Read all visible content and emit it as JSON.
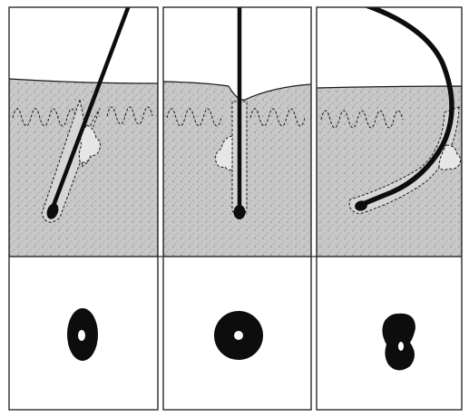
{
  "figure": {
    "panels": [
      {
        "id": "hair-oblique",
        "hair_shape": "straight-oblique",
        "cross_section": "oval"
      },
      {
        "id": "hair-vertical",
        "hair_shape": "straight-vertical",
        "cross_section": "round"
      },
      {
        "id": "hair-curved",
        "hair_shape": "curved",
        "cross_section": "irregular-kidney"
      }
    ],
    "colors": {
      "skin_fill": "#c9c9c9",
      "hair": "#0d0d0d",
      "outline": "#1a1a1a",
      "background": "#ffffff"
    }
  }
}
